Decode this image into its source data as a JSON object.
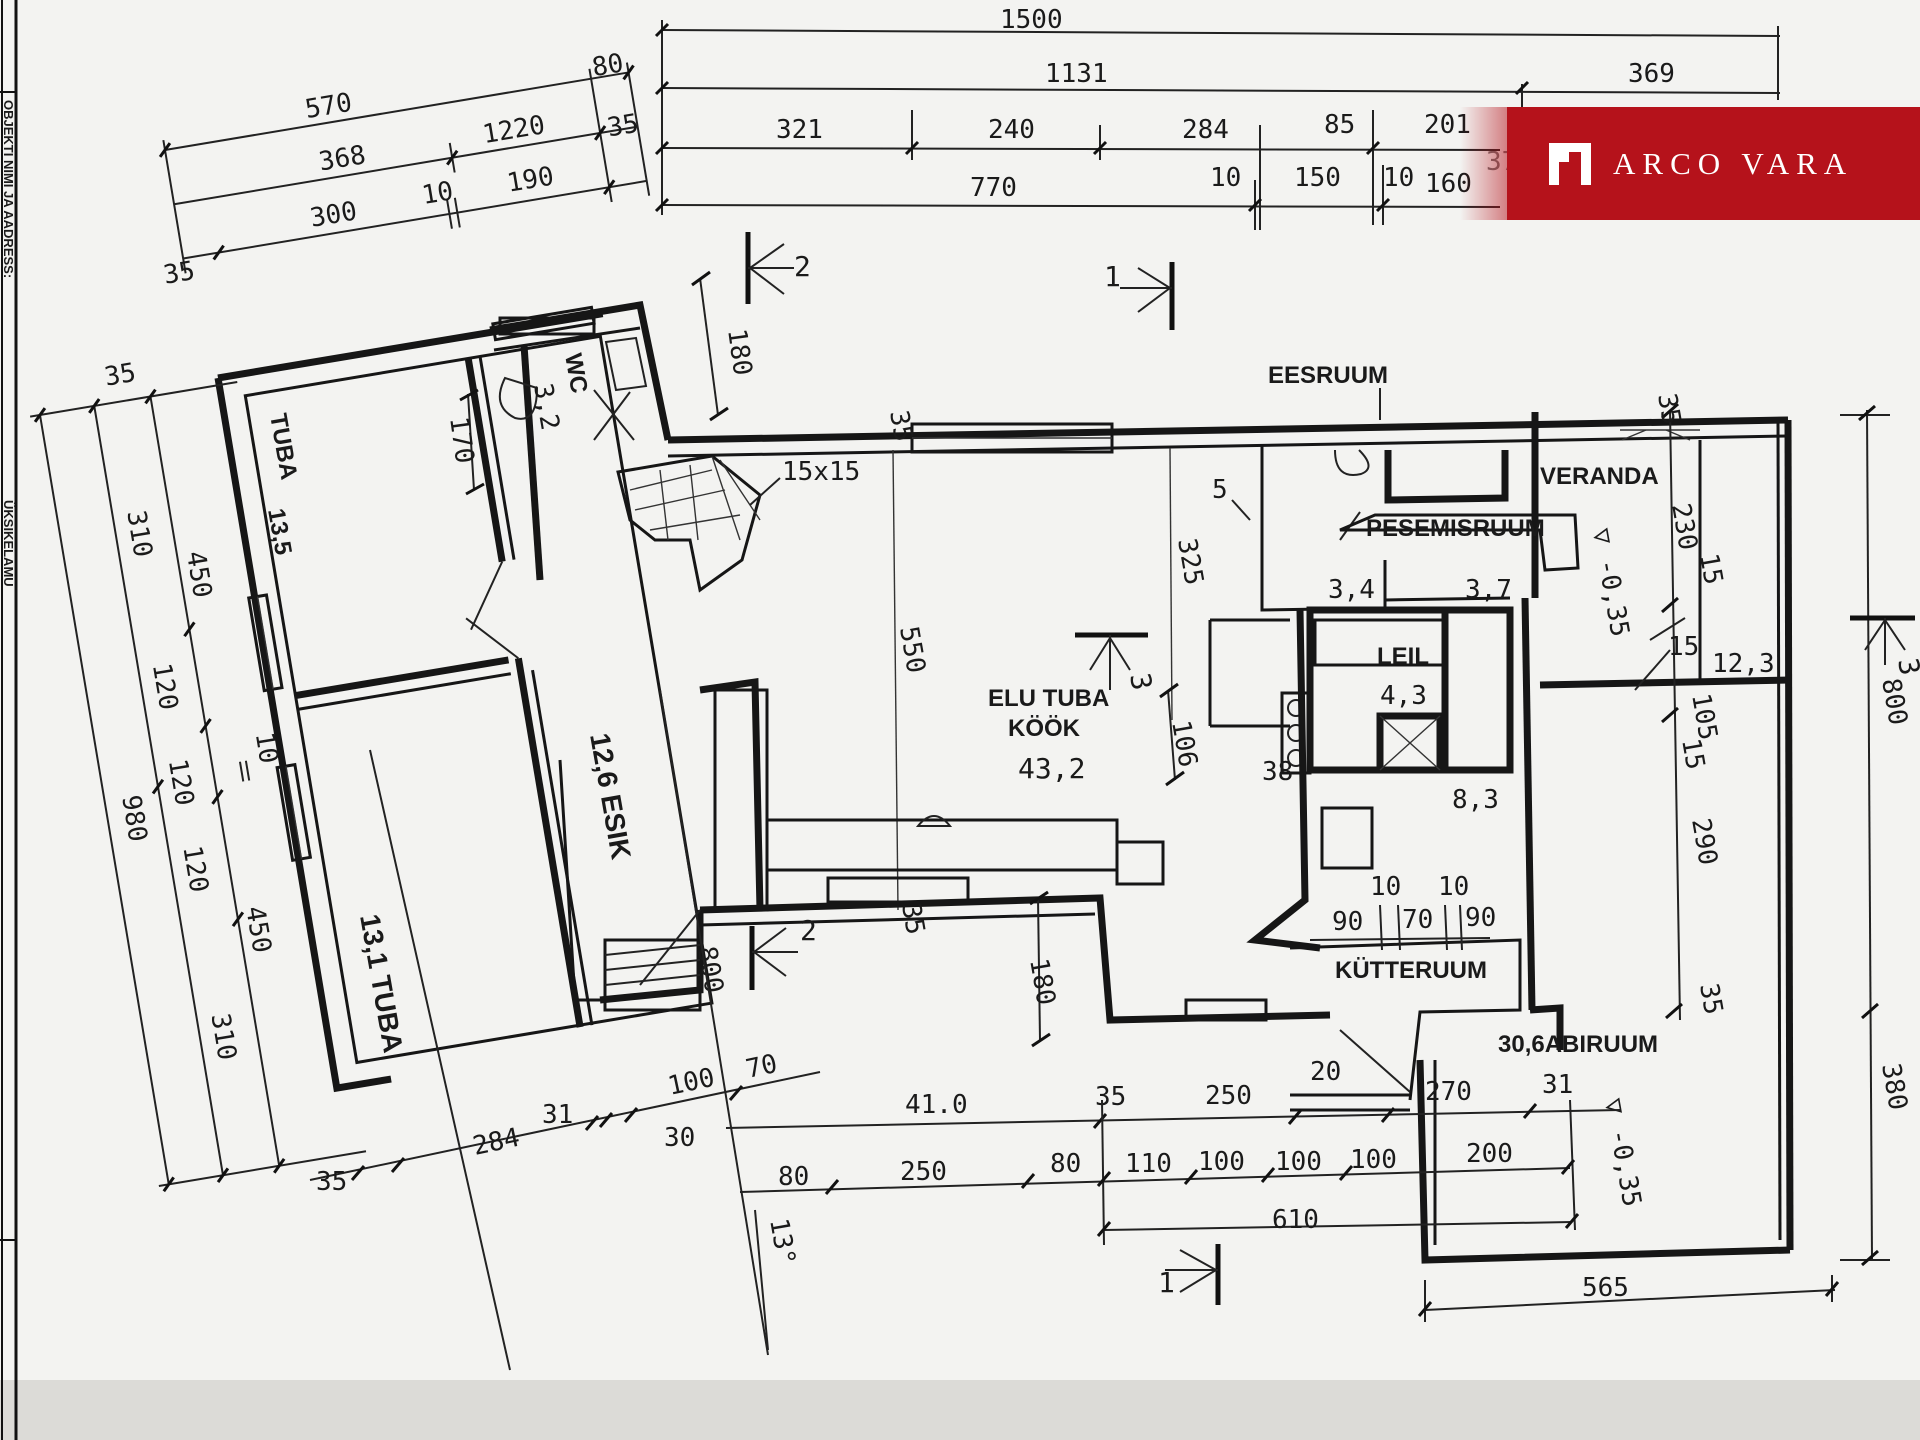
{
  "watermark": {
    "brand": "ARCO VARA",
    "color": "#b5121b"
  },
  "side_labels": [
    "OBJEKTI NIMI JA AADRESS:",
    "ÜKSIKELAMU"
  ],
  "rooms": {
    "tuba_top": "TUBA",
    "tuba_top_area": "13,5",
    "wc": "WC",
    "wc_area": "3,2",
    "stair": "15x15",
    "esik": "12,6 ESIK",
    "tuba_bottom": "13,1 TUBA",
    "elutuba": "ELU TUBA",
    "kook": "KÖÖK",
    "elutuba_area": "43,2",
    "eesruum": "EESRUUM",
    "eesruum_area": "5",
    "pesemisruum": "PESEMISRUUM",
    "pesemis_a": "3,4",
    "pesemis_b": "3,7",
    "leil": "LEIL",
    "leil_area": "4,3",
    "kutter_area": "8,3",
    "kutteruum": "KÜTTERUUM",
    "veranda": "VERANDA",
    "veranda_area": "12,3",
    "abiruum": "30,6ABIRUUM",
    "level_a": "▽ -0,35",
    "level_b": "▽ -0,35",
    "angle": "13°"
  },
  "sections": {
    "s1": "1",
    "s2": "2",
    "s3": "3"
  },
  "dims": {
    "top_total": "1500",
    "top_1131": "1131",
    "top_369": "369",
    "top_321": "321",
    "top_240": "240",
    "top_284": "284",
    "top_85": "85",
    "top_201": "201",
    "top_37": "37",
    "top_770": "770",
    "top_10a": "10",
    "top_150": "150",
    "top_10b": "10",
    "top_160": "160",
    "tl_570": "570",
    "tl_368": "368",
    "tl_1220": "1220",
    "tl_80": "80",
    "tl_35r": "35",
    "tl_300": "300",
    "tl_10": "10",
    "tl_190": "190",
    "tl_35l": "35",
    "d_180top": "180",
    "d_35top": "35",
    "d_170": "170",
    "d_550": "550",
    "d_325": "325",
    "d_106": "106",
    "d_38": "38",
    "d_35mid": "35",
    "d_180mid": "180",
    "d_800mid": "800",
    "k_10a": "10",
    "k_10b": "10",
    "k_90a": "90",
    "k_70": "70",
    "k_90b": "90",
    "l_35": "35",
    "l_310a": "310",
    "l_450a": "450",
    "l_120a": "120",
    "l_10": "10",
    "l_120b": "120",
    "l_980": "980",
    "l_120c": "120",
    "l_450b": "450",
    "l_310b": "310",
    "r_35": "35",
    "r_230": "230",
    "r_15a": "15",
    "r_800": "800",
    "r_15b": "15",
    "r_105": "105",
    "r_15c": "15",
    "r_290": "290",
    "r_35b": "35",
    "r_380": "380",
    "b_35": "35",
    "b_284": "284",
    "b_31": "31",
    "b_30": "30",
    "b_100": "100",
    "b_70": "70",
    "b_410": "41.0",
    "b_35b": "35",
    "b_250a": "250",
    "b_20": "20",
    "b_270": "270",
    "b_31b": "31",
    "b_80a": "80",
    "b_250b": "250",
    "b_80b": "80",
    "b_110": "110",
    "b_100a": "100",
    "b_100b": "100",
    "b_100c": "100",
    "b_200": "200",
    "b_610": "610",
    "b_565": "565"
  }
}
